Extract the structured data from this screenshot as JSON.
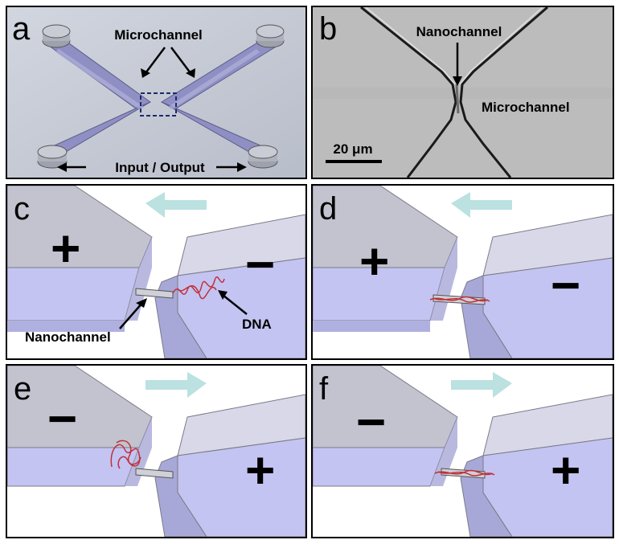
{
  "panels": {
    "a": {
      "letter": "a",
      "microchannel_label": "Microchannel",
      "io_label": "Input / Output"
    },
    "b": {
      "letter": "b",
      "nanochannel_label": "Nanochannel",
      "microchannel_label": "Microchannel",
      "scale_label": "20 μm"
    },
    "c": {
      "letter": "c",
      "left_sign": "+",
      "right_sign": "−",
      "nanochannel_label": "Nanochannel",
      "dna_label": "DNA"
    },
    "d": {
      "letter": "d",
      "left_sign": "+",
      "right_sign": "−"
    },
    "e": {
      "letter": "e",
      "left_sign": "−",
      "right_sign": "+"
    },
    "f": {
      "letter": "f",
      "left_sign": "−",
      "right_sign": "+"
    }
  },
  "colors": {
    "channel_face": "#c8c8f0",
    "channel_dark": "#a8a8d8",
    "channel_top": "#d8d8e6",
    "arrow_fill": "#b4dede",
    "dna": "#c0303a",
    "chip_bg": "#c6cbd6",
    "micrograph_bg": "#bdbdbd"
  }
}
